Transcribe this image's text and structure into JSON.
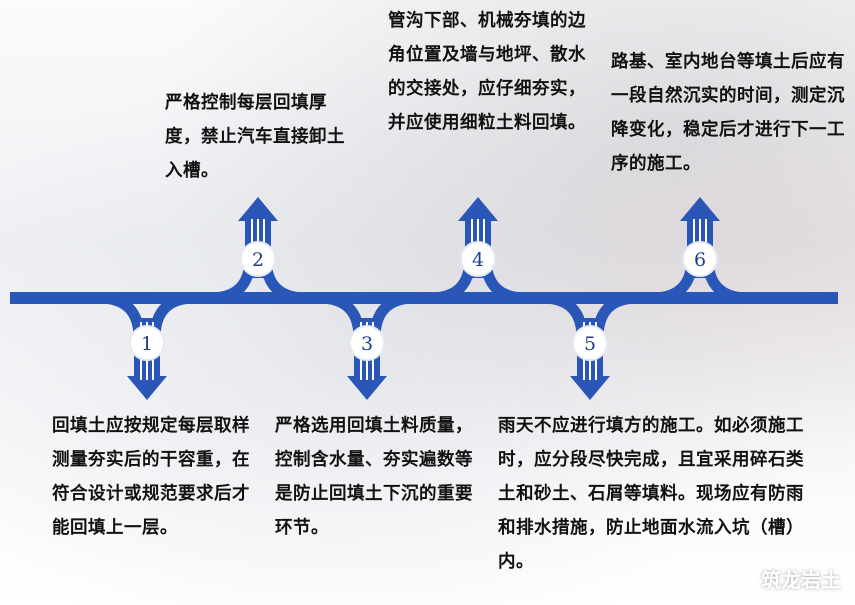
{
  "steps": [
    {
      "number": "1",
      "text": "回填土应按规定每层取样测量夯实后的干容重，在符合设计或规范要求后才能回填上一层。"
    },
    {
      "number": "2",
      "text": "严格控制每层回填厚度，禁止汽车直接卸土入槽。"
    },
    {
      "number": "3",
      "text": "严格选用回填土料质量，控制含水量、夯实遍数等是防止回填土下沉的重要环节。"
    },
    {
      "number": "4",
      "text": "管沟下部、机械夯填的边角位置及墙与地坪、散水的交接处，应仔细夯实，并应使用细粒土料回填。"
    },
    {
      "number": "5",
      "text": "雨天不应进行填方的施工。如必须施工时，应分段尽快完成，且宜采用碎石类土和砂土、石屑等填料。现场应有防雨和排水措施，防止地面水流入坑（槽）内。"
    },
    {
      "number": "6",
      "text": "路基、室内地台等填土后应有一段自然沉实的时间，测定沉降变化，稳定后才进行下一工序的施工。"
    }
  ],
  "watermark": {
    "text": "筑龙岩土",
    "icon": "wechat-icon"
  },
  "colors": {
    "line": "#2a56b8",
    "line_light": "#ffffff",
    "circle_text": "#1f3e8c"
  }
}
